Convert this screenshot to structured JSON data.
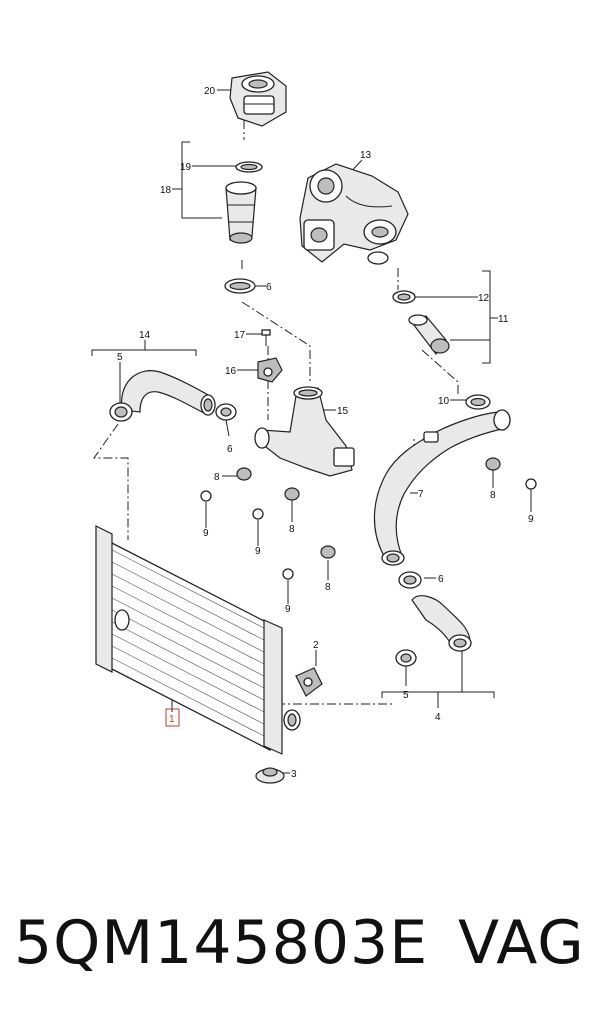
{
  "diagram": {
    "labels": [
      {
        "id": "20",
        "text": "20"
      },
      {
        "id": "19",
        "text": "19"
      },
      {
        "id": "18",
        "text": "18"
      },
      {
        "id": "13",
        "text": "13"
      },
      {
        "id": "6a",
        "text": "6"
      },
      {
        "id": "12",
        "text": "12"
      },
      {
        "id": "11",
        "text": "11"
      },
      {
        "id": "14",
        "text": "14"
      },
      {
        "id": "5a",
        "text": "5"
      },
      {
        "id": "17",
        "text": "17"
      },
      {
        "id": "16",
        "text": "16"
      },
      {
        "id": "15",
        "text": "15"
      },
      {
        "id": "10",
        "text": "10"
      },
      {
        "id": "6b",
        "text": "6"
      },
      {
        "id": "8a",
        "text": "8"
      },
      {
        "id": "9a",
        "text": "9"
      },
      {
        "id": "8b",
        "text": "8"
      },
      {
        "id": "9b",
        "text": "9"
      },
      {
        "id": "7",
        "text": "7"
      },
      {
        "id": "8c",
        "text": "8"
      },
      {
        "id": "9c",
        "text": "9"
      },
      {
        "id": "8d",
        "text": "8"
      },
      {
        "id": "9d",
        "text": "9"
      },
      {
        "id": "6c",
        "text": "6"
      },
      {
        "id": "2",
        "text": "2"
      },
      {
        "id": "5b",
        "text": "5"
      },
      {
        "id": "4",
        "text": "4"
      },
      {
        "id": "1",
        "text": "1"
      },
      {
        "id": "3",
        "text": "3"
      }
    ]
  },
  "caption": {
    "part_number": "5QM145803E",
    "brand": "VAG"
  }
}
